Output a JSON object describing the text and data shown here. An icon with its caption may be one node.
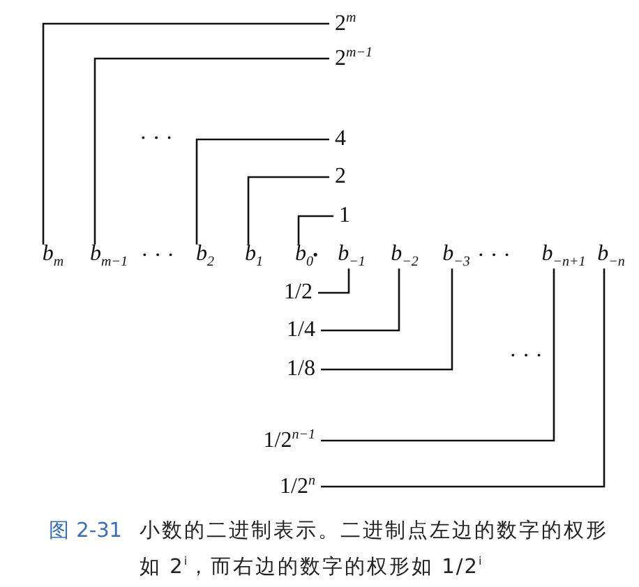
{
  "diagram": {
    "caption": "小数的二进制表示。二进制点左边的数字的权形如 2$^{i}$，而右边的数字的权形如 1/2$^{i}$",
    "nodes": [
      {
        "text": [
          "b$_{m}$"
        ]
      },
      {
        "text": [
          "b$_{m−1}$"
        ]
      },
      {
        "text": [
          "b$_{2}$"
        ]
      },
      {
        "text": [
          "b$_{1}$"
        ]
      },
      {
        "text": [
          "b$_{0}$"
        ]
      },
      {
        "text": [
          "b$_{−1}$"
        ]
      },
      {
        "text": [
          "b$_{−2}$"
        ]
      },
      {
        "text": [
          "b$_{−3}$"
        ]
      },
      {
        "text": [
          "b$_{−n+1}$"
        ]
      },
      {
        "text": [
          "b$_{−n}$"
        ]
      },
      {
        "text": [
          "2$^{m}$"
        ]
      },
      {
        "text": [
          "2$^{m−1}$"
        ]
      },
      {
        "text": [
          "4"
        ]
      },
      {
        "text": [
          "2"
        ]
      },
      {
        "text": [
          "1"
        ]
      },
      {
        "text": [
          "1/2"
        ]
      },
      {
        "text": [
          "1/4"
        ]
      },
      {
        "text": [
          "1/8"
        ]
      },
      {
        "text": [
          "1/2$^{n−1}$"
        ]
      },
      {
        "text": [
          "1/2$^{n}$"
        ]
      }
    ],
    "edges": [
      {
        "from": 0,
        "to": 10,
        "arrow": "none"
      },
      {
        "from": 1,
        "to": 11,
        "arrow": "none"
      },
      {
        "from": 2,
        "to": 12,
        "arrow": "none"
      },
      {
        "from": 3,
        "to": 13,
        "arrow": "none"
      },
      {
        "from": 4,
        "to": 14,
        "arrow": "none"
      },
      {
        "from": 5,
        "to": 15,
        "arrow": "none"
      },
      {
        "from": 6,
        "to": 16,
        "arrow": "none"
      },
      {
        "from": 7,
        "to": 17,
        "arrow": "none"
      },
      {
        "from": 8,
        "to": 18,
        "arrow": "none"
      },
      {
        "from": 9,
        "to": 19,
        "arrow": "none"
      }
    ],
    "labels": [
      "· · ·",
      "· · ·",
      "· · ·",
      "·",
      "· · ·",
      "图 2-31"
    ]
  }
}
